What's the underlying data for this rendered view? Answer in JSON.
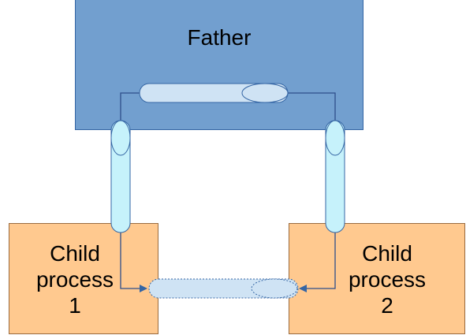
{
  "father": {
    "label": "Father"
  },
  "child1": {
    "line1": "Child",
    "line2": "process",
    "line3": "1"
  },
  "child2": {
    "line1": "Child",
    "line2": "process",
    "line3": "2"
  },
  "colors": {
    "father_fill": "#729fcf",
    "child_fill": "#ffc98f",
    "pipe_active": "#c6f2fb",
    "pipe_pending": "#cfe3f4",
    "line": "#2e4e8a"
  }
}
